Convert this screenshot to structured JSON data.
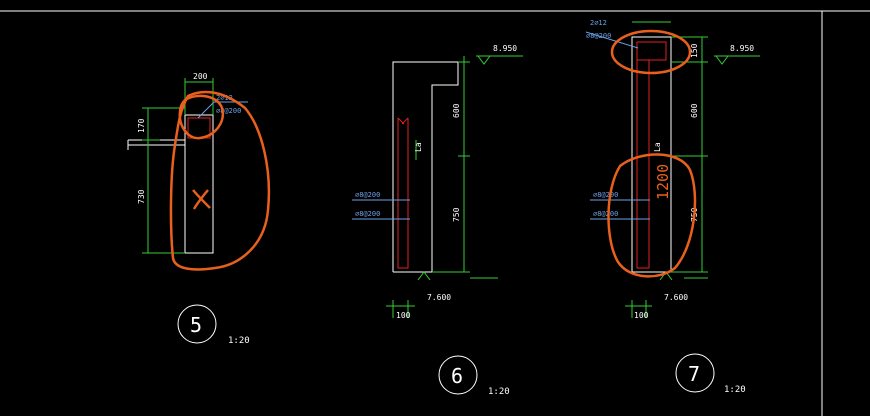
{
  "details": [
    {
      "number": "5",
      "scale": "1:20",
      "dim_width": "200",
      "dim_upper": "170",
      "dim_lower": "730",
      "rebar_top": "2⌀12",
      "rebar_stirrup": "⌀8@200"
    },
    {
      "number": "6",
      "scale": "1:20",
      "elev_top": "8.950",
      "elev_bottom": "7.600",
      "dim_upper": "600",
      "dim_lower": "750",
      "dim_width": "100",
      "label_la": "La",
      "rebar_1": "⌀8@200",
      "rebar_2": "⌀8@200"
    },
    {
      "number": "7",
      "scale": "1:20",
      "elev_top": "8.950",
      "elev_bottom": "7.600",
      "dim_top": "150",
      "dim_upper": "600",
      "dim_lower": "750",
      "dim_width": "100",
      "label_la": "La",
      "rebar_top": "2⌀12",
      "rebar_stirrup": "⌀8@200",
      "rebar_1": "⌀8@200",
      "rebar_2": "⌀8@200",
      "markup": "1200"
    }
  ],
  "colors": {
    "background": "#000000",
    "outline": "#ffffff",
    "dimension": "#33cc33",
    "rebar": "#e02020",
    "annotation": "#6ea0e6",
    "markup": "#e8601c"
  }
}
